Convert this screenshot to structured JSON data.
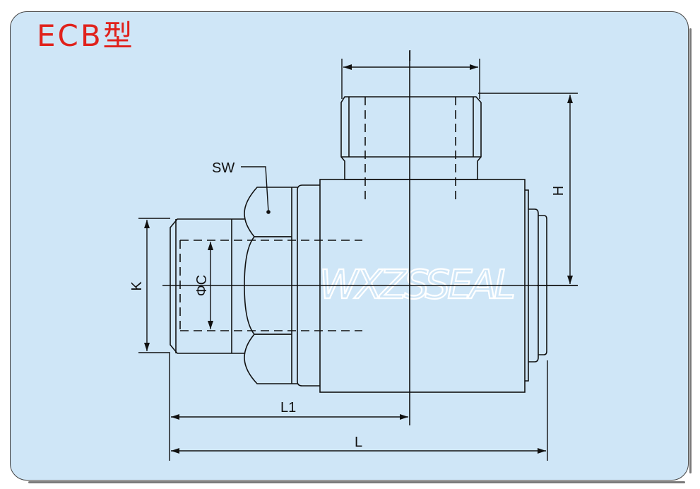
{
  "title": "ECB型",
  "watermark": "WXZSSEAL",
  "dimensions": {
    "l": "l",
    "h": "H",
    "k": "K",
    "c": "ΦC",
    "sw": "SW",
    "l1": "L1",
    "len": "L"
  },
  "colors": {
    "background": "#cfe6f7",
    "title": "#e0221c",
    "line": "#111111"
  }
}
